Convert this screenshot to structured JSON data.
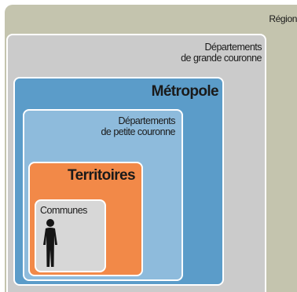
{
  "levels": {
    "region": {
      "label": "Région",
      "color": "#c4c4ae"
    },
    "grande_couronne": {
      "label": "Départements\nde grande couronne",
      "color": "#cbcbcb"
    },
    "metropole": {
      "label": "Métropole",
      "color": "#5b9cc9"
    },
    "petite_couronne": {
      "label": "Départements\nde petite couronne",
      "color": "#8ebbdc"
    },
    "territoires": {
      "label": "Territoires",
      "color": "#f28948"
    },
    "communes": {
      "label": "Communes",
      "color": "#d7d7d7"
    }
  },
  "icons": {
    "person": "person-silhouette-icon"
  }
}
